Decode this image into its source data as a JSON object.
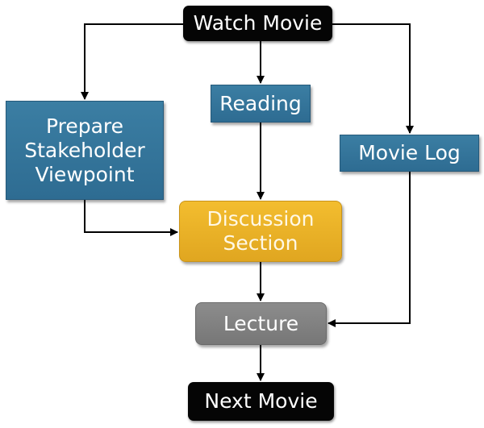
{
  "diagram": {
    "type": "flowchart",
    "nodes": {
      "watch_movie": {
        "label": "Watch Movie",
        "color": "#050505"
      },
      "reading": {
        "label": "Reading",
        "color": "#33739a"
      },
      "prepare": {
        "label": "Prepare\nStakeholder\nViewpoint",
        "color": "#33739a"
      },
      "movie_log": {
        "label": "Movie Log",
        "color": "#33739a"
      },
      "discussion": {
        "label": "Discussion\nSection",
        "color": "#ebb22a"
      },
      "lecture": {
        "label": "Lecture",
        "color": "#828282"
      },
      "next_movie": {
        "label": "Next Movie",
        "color": "#050505"
      }
    },
    "edges": [
      {
        "from": "Watch Movie",
        "to": "Prepare Stakeholder Viewpoint"
      },
      {
        "from": "Watch Movie",
        "to": "Reading"
      },
      {
        "from": "Watch Movie",
        "to": "Movie Log"
      },
      {
        "from": "Reading",
        "to": "Discussion Section"
      },
      {
        "from": "Prepare Stakeholder Viewpoint",
        "to": "Discussion Section"
      },
      {
        "from": "Discussion Section",
        "to": "Lecture"
      },
      {
        "from": "Movie Log",
        "to": "Lecture"
      },
      {
        "from": "Lecture",
        "to": "Next Movie"
      }
    ]
  }
}
